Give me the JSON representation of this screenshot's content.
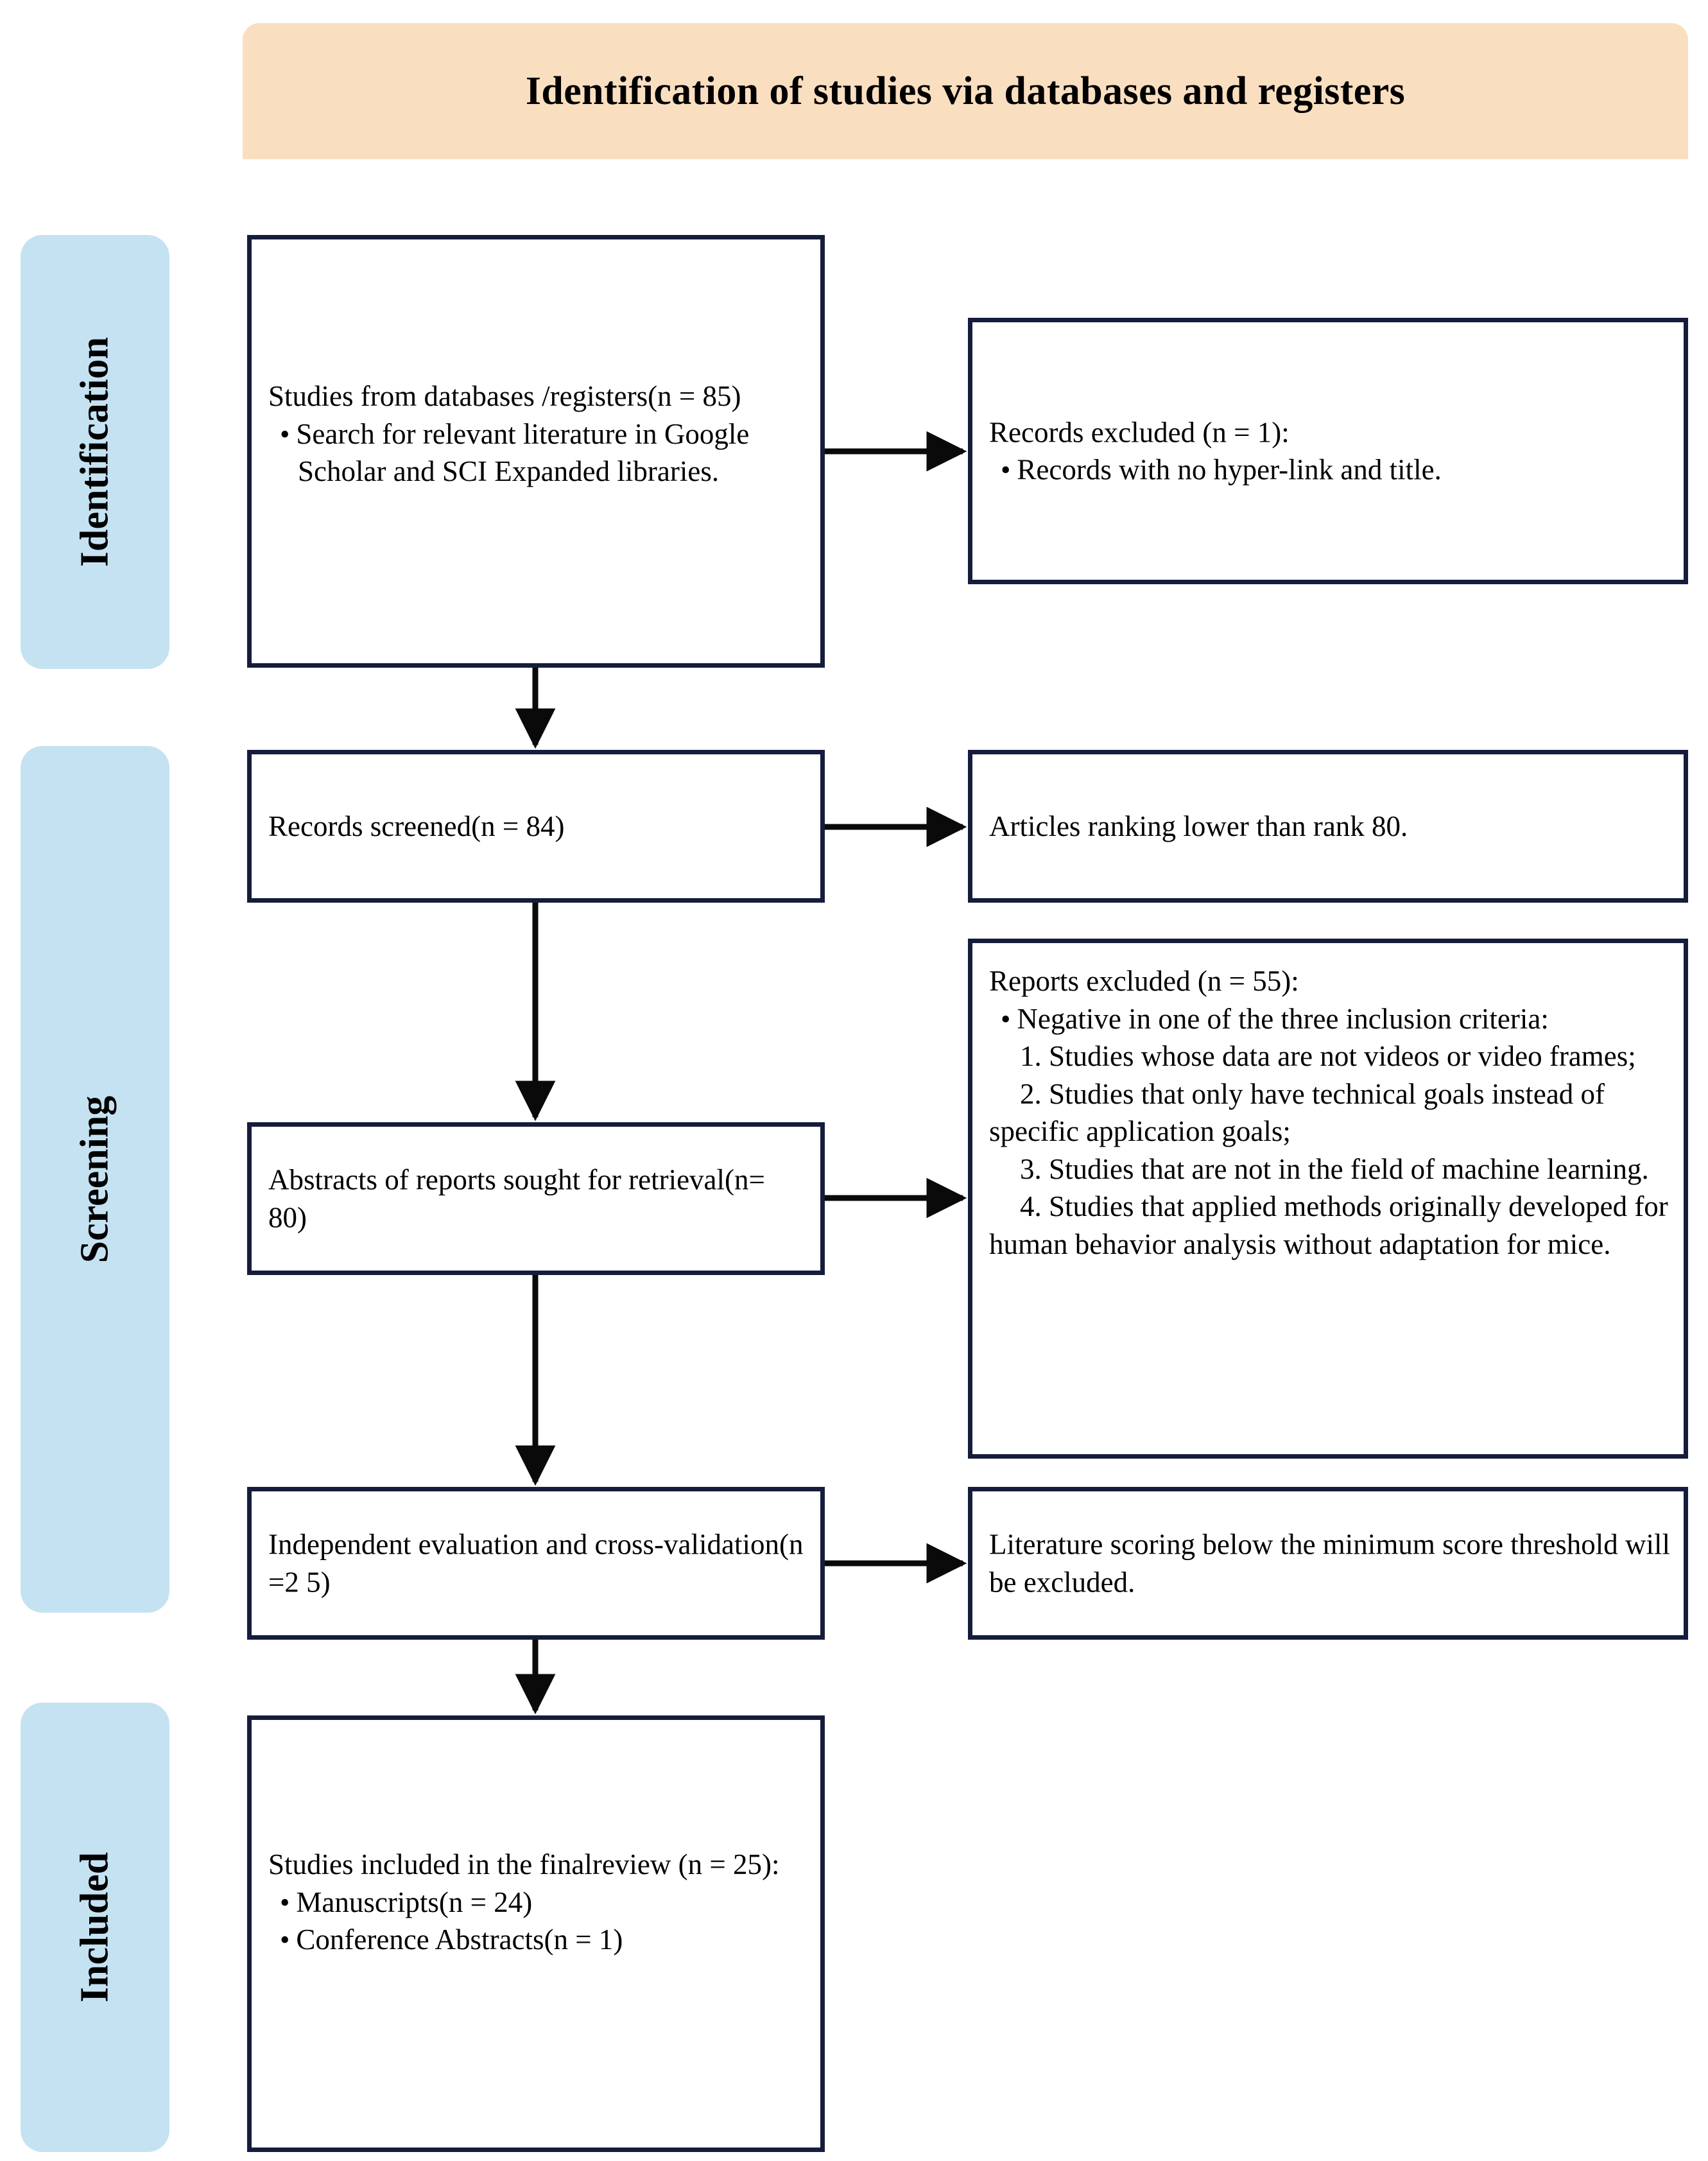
{
  "header": {
    "title": "Identification of studies via databases and registers",
    "bg_color": "#F9DFC0"
  },
  "stages": [
    {
      "id": "identification",
      "label": "Identification"
    },
    {
      "id": "screening",
      "label": "Screening"
    },
    {
      "id": "included",
      "label": "Included"
    }
  ],
  "colors": {
    "stage_band": "#C5E2F2",
    "box_border": "#151C3C",
    "arrow": "#0A0A0A",
    "box_fill": "#FFFFFF"
  },
  "boxes": {
    "databases": {
      "heading": "Studies from databases /registers(n = 85)",
      "bullets": [
        "Search for relevant literature in Google Scholar and SCI Expanded libraries."
      ]
    },
    "records_excluded": {
      "heading": "Records excluded (n = 1):",
      "bullets": [
        "Records with no hyper-link and title."
      ]
    },
    "records_screened": {
      "heading": "Records screened(n = 84)"
    },
    "articles_ranking": {
      "heading": "Articles ranking lower than rank  80."
    },
    "abstracts_sought": {
      "heading": "Abstracts of reports sought for retrieval(n= 80)"
    },
    "reports_excluded": {
      "heading": "Reports excluded (n = 55):",
      "bullets": [
        "Negative in one of the three inclusion criteria:"
      ],
      "criteria": [
        "1. Studies whose data are not videos or video frames;",
        "2. Studies that only have technical goals instead of specific application goals;",
        "3. Studies that are not in the field of machine learning.",
        "4. Studies that applied methods originally developed for human behavior analysis without adaptation for mice."
      ]
    },
    "independent_eval": {
      "heading": "Independent evaluation and cross-validation(n =2 5)"
    },
    "literature_scoring": {
      "heading": "Literature scoring below the minimum score threshold will be excluded."
    },
    "studies_included": {
      "heading": "Studies included in the finalreview (n = 25):",
      "bullets": [
        "Manuscripts(n = 24)",
        "Conference Abstracts(n = 1)"
      ]
    }
  }
}
